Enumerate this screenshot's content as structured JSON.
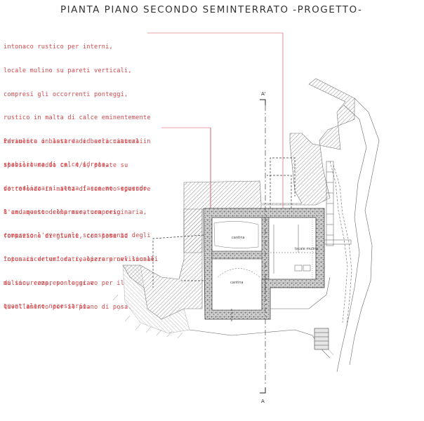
{
  "title": "PIANTA PIANO SECONDO SEMINTERRATO -PROGETTO-",
  "notes": {
    "note1": [
      "intonaco rustico per interni,",
      "locale mulino su pareti verticali,",
      "compresi gli occorrenti ponteggi,",
      "rustico in malta di calce eminentemente",
      "idraulica o bastarda ed arricciatura in",
      "stabilitura di calce idrata,",
      "da realizzarsi senza fasce mo seguendo",
      "l'andamento della muratura originaria,",
      "compreso l'eventuale scrostamento degli",
      "intonaci deteriorati, opere provvisionali",
      "di sicurezza, ponteggi e",
      "quant'altro necessario."
    ],
    "note2": [
      "Pavimento in lastre di beola naturali",
      "spessore medio cm. 4/6, posate su",
      "sottofondo in malta di cemento spessore",
      "8 cm. questo compreso, compreso",
      "formazione di giunti, con posa ad",
      "\"opus incertum\" da realizzare nel locale",
      "mulino, compreso lo scavo per il",
      "livellamento per il piano di posa."
    ]
  },
  "section_marks": {
    "top": "A'",
    "bottom": "A"
  },
  "room_labels": {
    "upper_left": "cantina",
    "upper_right": "locale mulino",
    "lower_left": "cantina"
  },
  "colors": {
    "annotation": "#d0474a",
    "hatch": "#9a9a9a",
    "wall": "#555555",
    "line": "#444444"
  }
}
